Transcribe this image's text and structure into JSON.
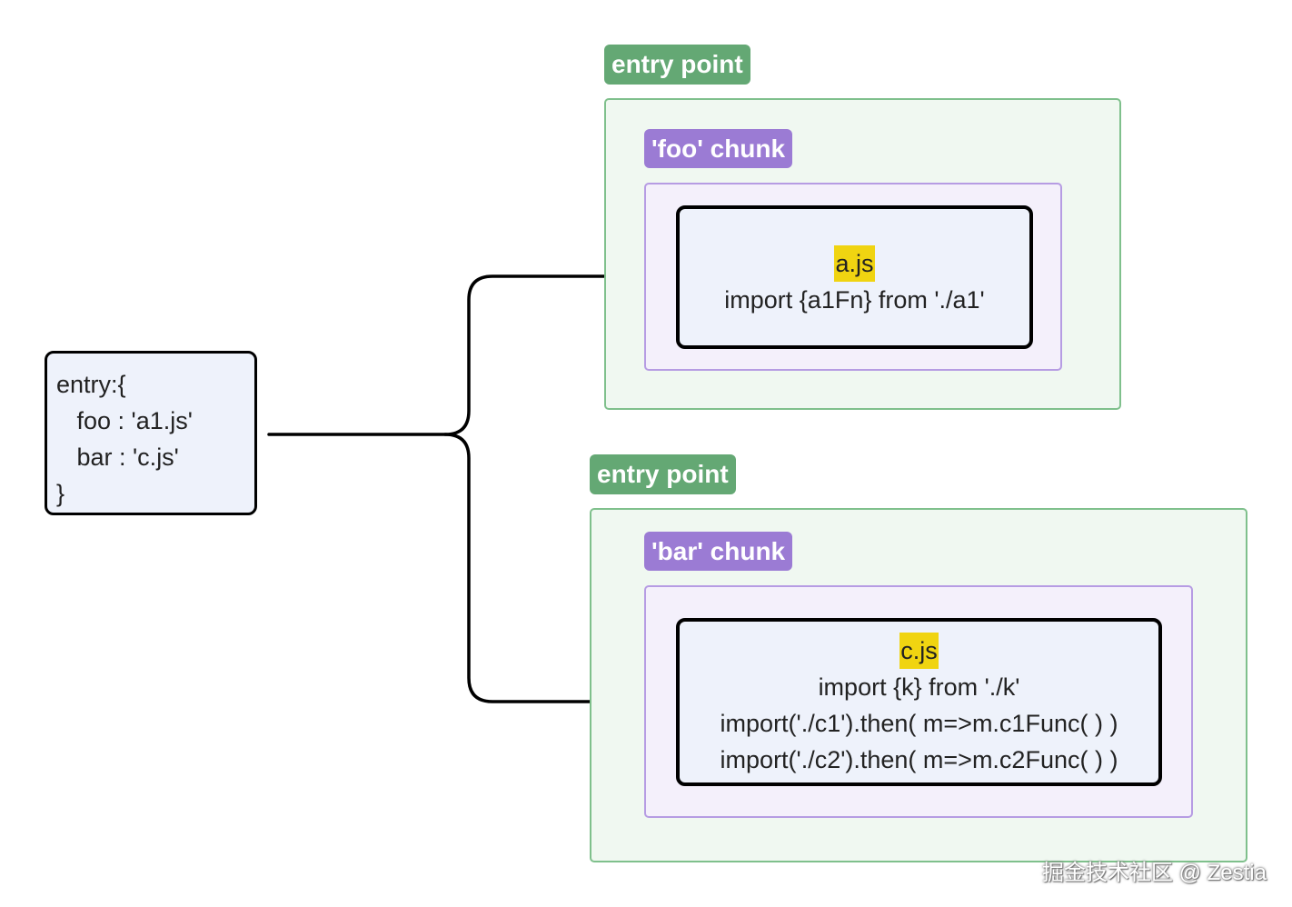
{
  "entry_config": {
    "lines": [
      "entry:{",
      "   foo : 'a1.js'",
      "   bar : 'c.js'",
      "}"
    ]
  },
  "top_group": {
    "entry_label": "entry point",
    "chunk_label": "'foo' chunk",
    "file": {
      "name": "a.js",
      "code": [
        "import {a1Fn} from './a1'"
      ]
    }
  },
  "bottom_group": {
    "entry_label": "entry point",
    "chunk_label": "'bar' chunk",
    "file": {
      "name": "c.js",
      "code": [
        "import {k} from './k'",
        "import('./c1').then( m=>m.c1Func( ) )",
        "import('./c2').then( m=>m.c2Func( ) )"
      ]
    }
  },
  "watermark": "掘金技术社区 @ Zestia",
  "colors": {
    "entry_green": "#64a874",
    "chunk_purple": "#9b7bd4",
    "highlight_yellow": "#f0d411",
    "node_fill": "#eef2fb"
  }
}
